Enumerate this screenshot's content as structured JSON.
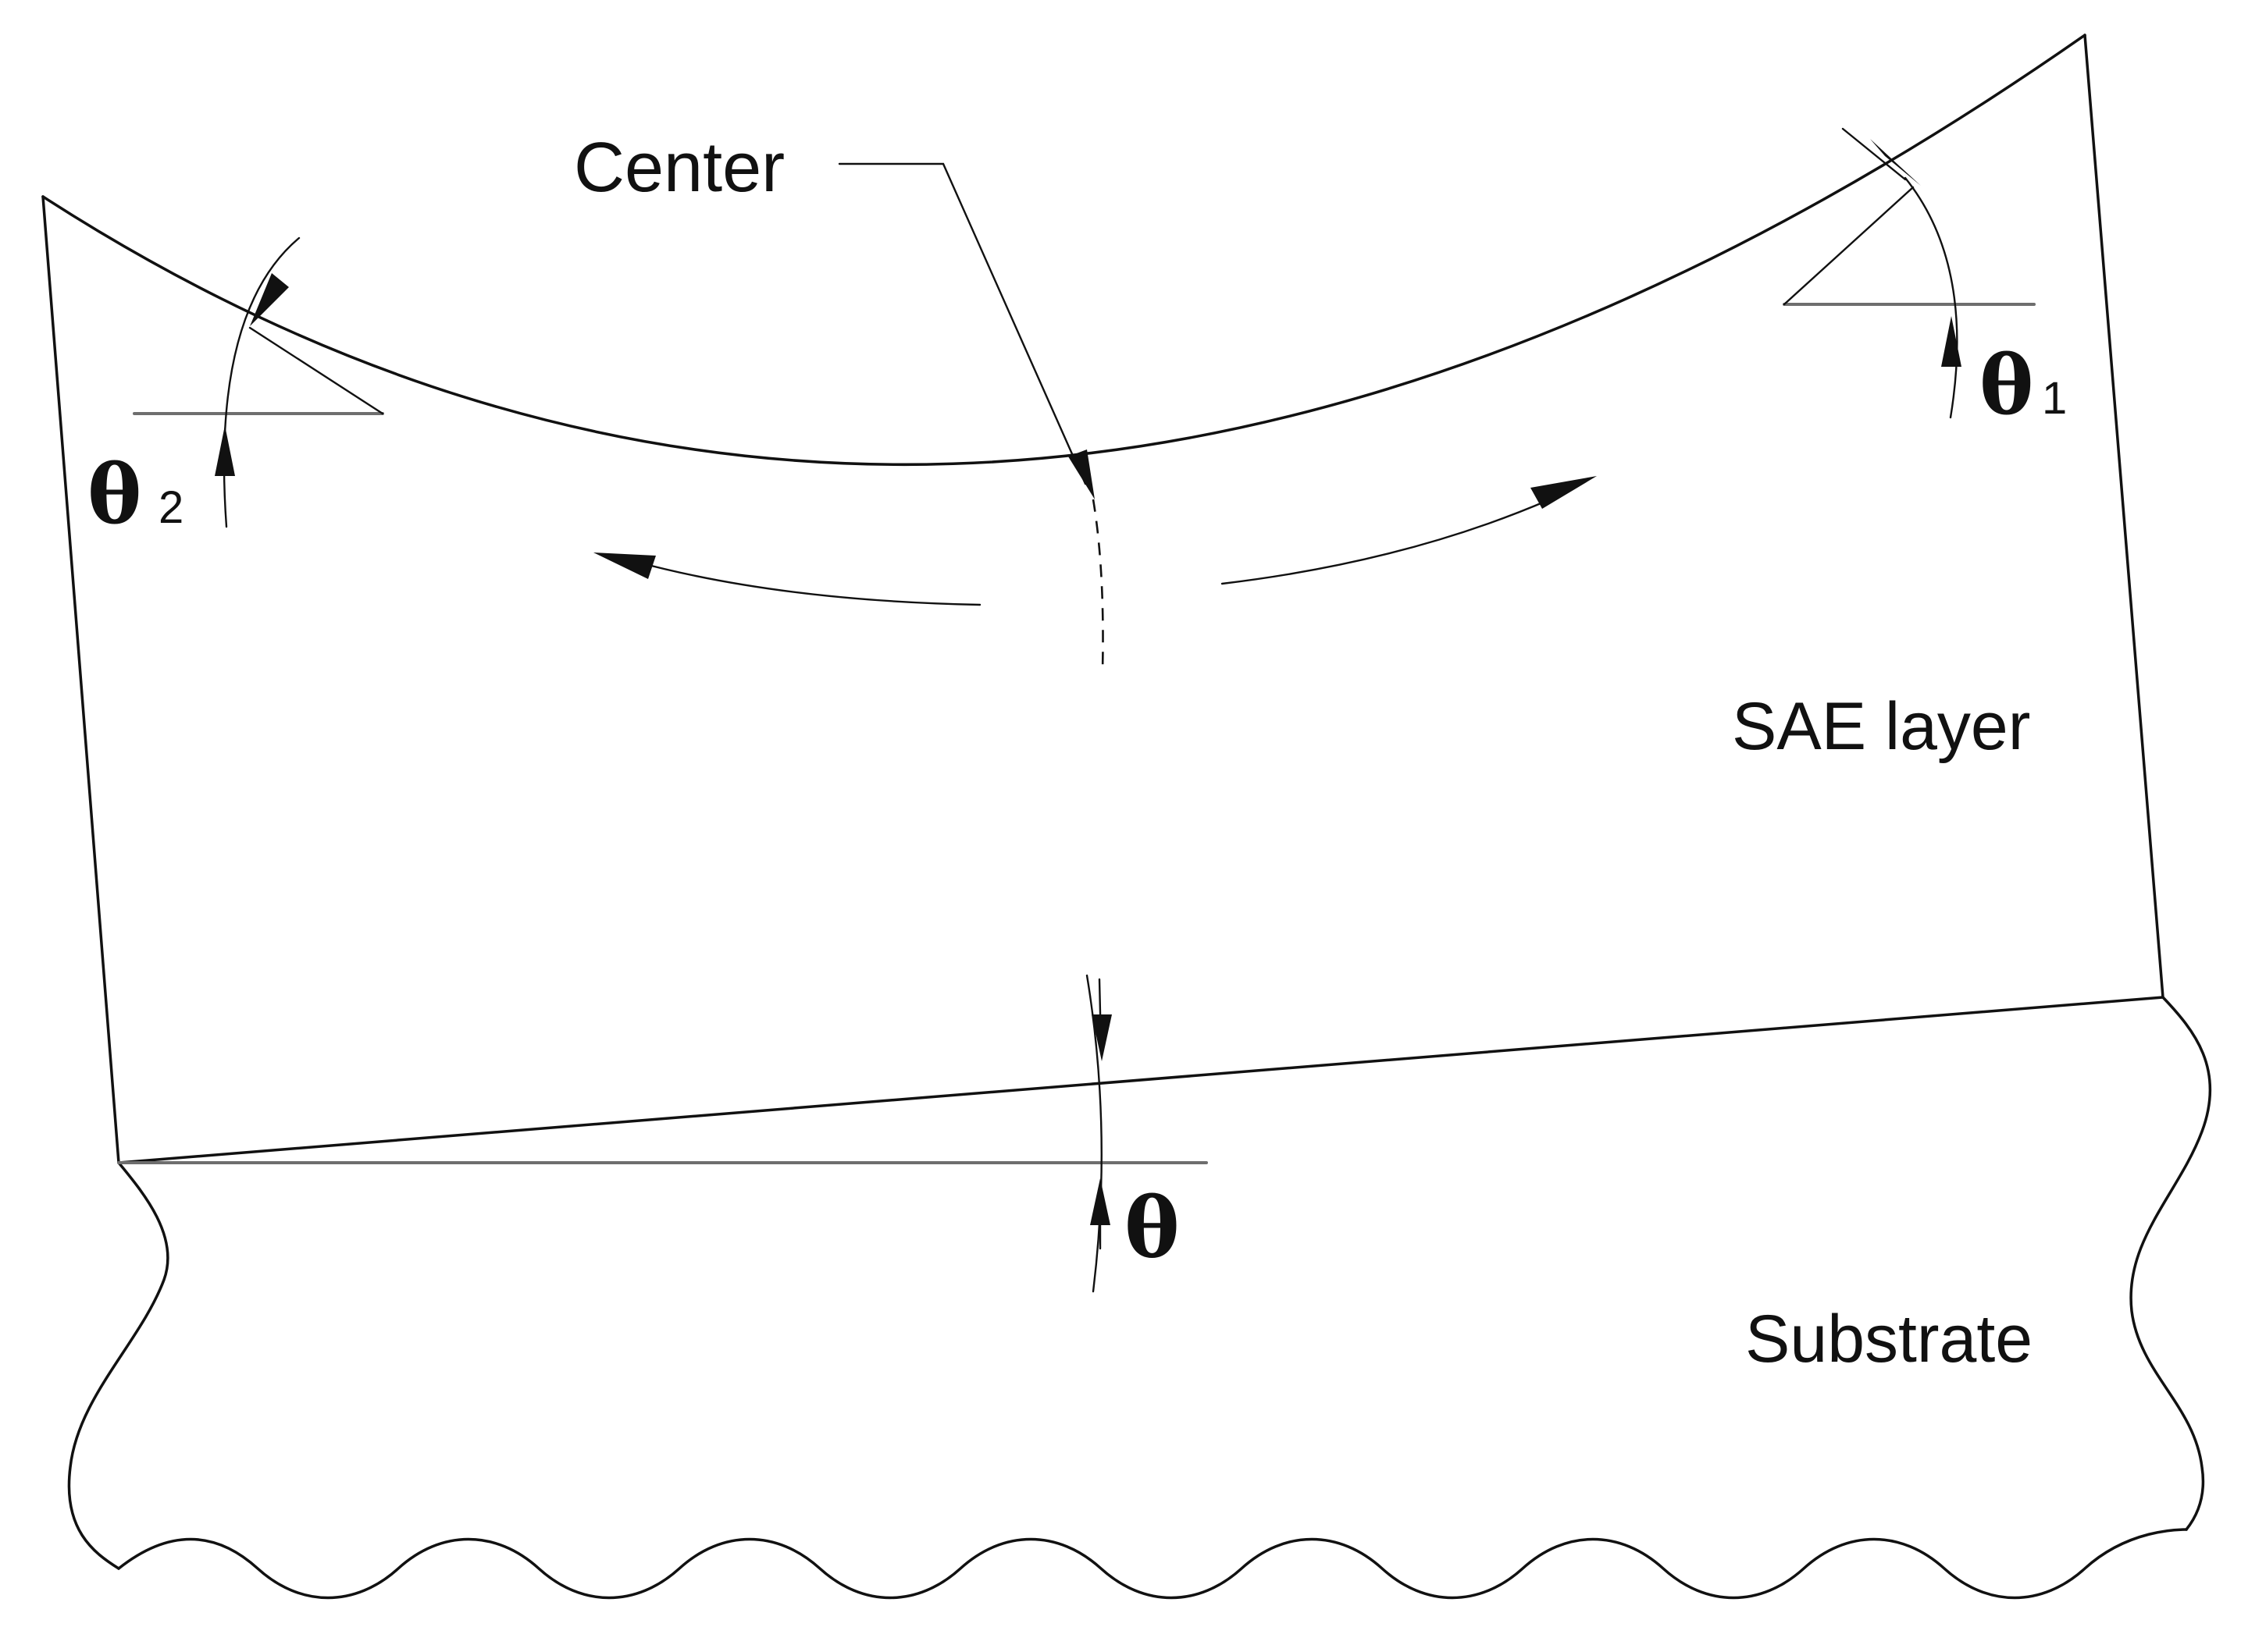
{
  "labels": {
    "center": "Center",
    "sae_layer": "SAE layer",
    "substrate": "Substrate",
    "theta": "θ",
    "theta1_symbol": "θ",
    "theta1_subscript": "1",
    "theta2_symbol": "θ",
    "theta2_subscript": "2"
  }
}
